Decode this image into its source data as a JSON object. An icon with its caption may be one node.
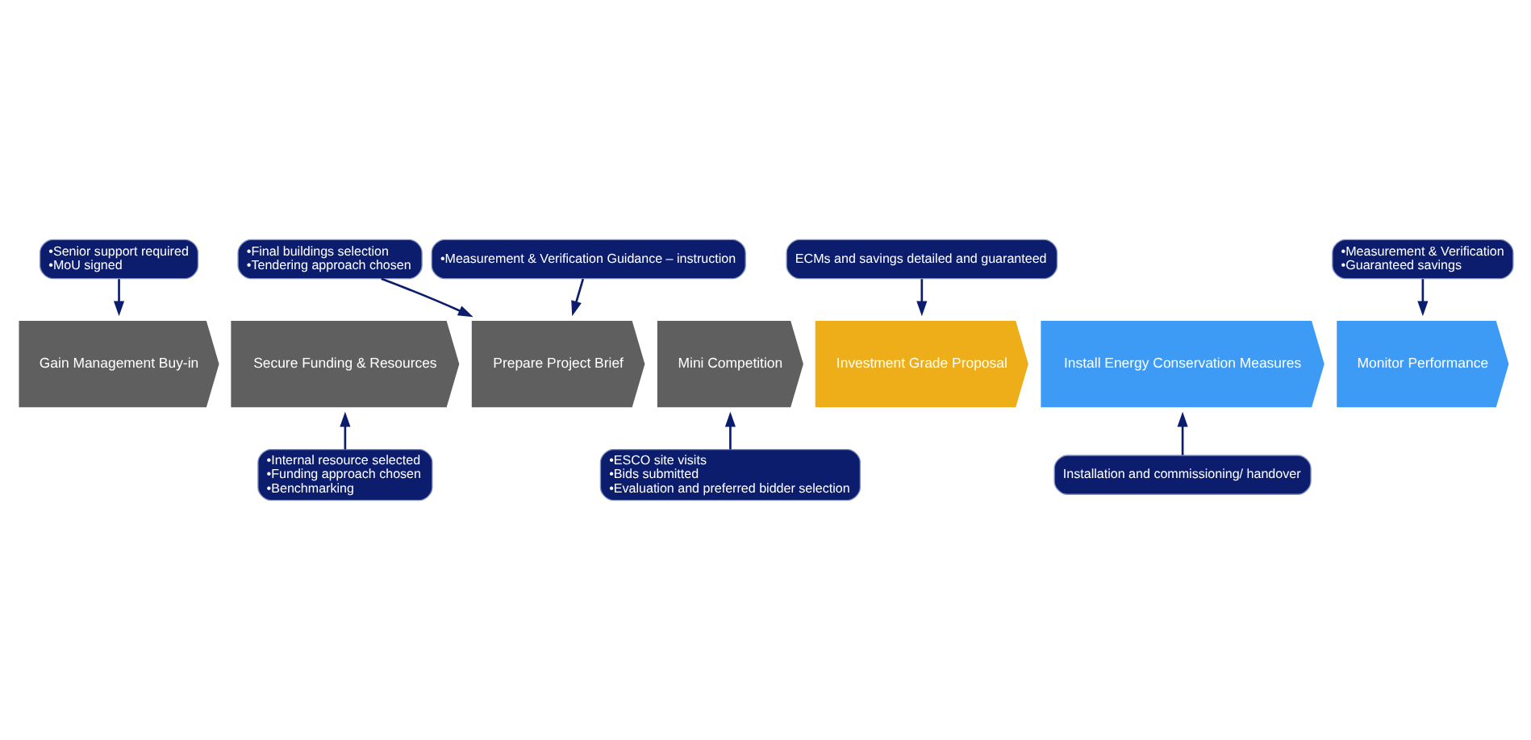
{
  "diagram": {
    "nodes": [
      {
        "text": [
          "Gain Management Buy-in"
        ]
      },
      {
        "text": [
          "Secure Funding & Resources"
        ]
      },
      {
        "text": [
          "Prepare Project Brief"
        ]
      },
      {
        "text": [
          "Mini Competition"
        ]
      },
      {
        "text": [
          "Investment Grade Proposal"
        ]
      },
      {
        "text": [
          "Install Energy Conservation Measures"
        ]
      },
      {
        "text": [
          "Monitor Performance"
        ]
      },
      {
        "text": [
          "•Senior support required",
          "•MoU signed"
        ]
      },
      {
        "text": [
          "•Final buildings selection",
          "•Tendering approach chosen"
        ]
      },
      {
        "text": [
          "•Measurement & Verification Guidance – instruction"
        ]
      },
      {
        "text": [
          "ECMs and savings detailed and guaranteed"
        ]
      },
      {
        "text": [
          "•Measurement & Verification",
          "•Guaranteed savings"
        ]
      },
      {
        "text": [
          "•Internal resource selected",
          "•Funding approach chosen",
          "•Benchmarking"
        ]
      },
      {
        "text": [
          "•ESCO site visits",
          "•Bids submitted",
          "•Evaluation and preferred bidder selection"
        ]
      },
      {
        "text": [
          "Installation and commissioning/ handover"
        ]
      }
    ],
    "edges": [
      {
        "from": 7,
        "to": 0,
        "arrow": "to"
      },
      {
        "from": 8,
        "to": 2,
        "arrow": "to"
      },
      {
        "from": 9,
        "to": 2,
        "arrow": "to"
      },
      {
        "from": 10,
        "to": 4,
        "arrow": "to"
      },
      {
        "from": 11,
        "to": 6,
        "arrow": "to"
      },
      {
        "from": 12,
        "to": 1,
        "arrow": "to"
      },
      {
        "from": 13,
        "to": 3,
        "arrow": "to"
      },
      {
        "from": 14,
        "to": 5,
        "arrow": "to"
      }
    ]
  }
}
